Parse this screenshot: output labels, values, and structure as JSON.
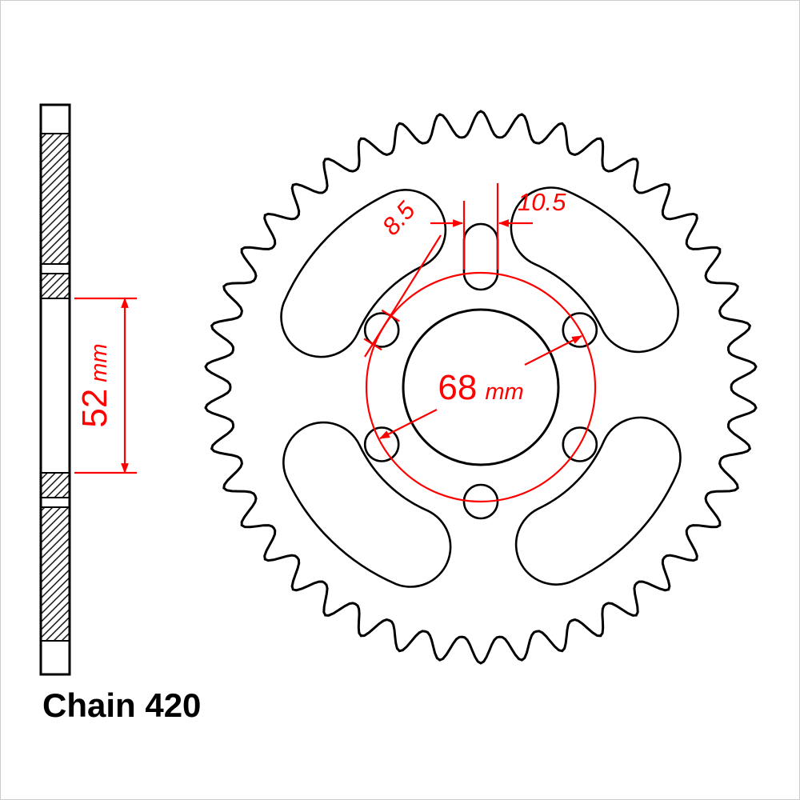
{
  "colors": {
    "background": "#ffffff",
    "line": "#000000",
    "dimension": "#ff0000",
    "border": "#cccccc"
  },
  "caption": {
    "text": "Chain 420"
  },
  "annotations": {
    "hole_diameter": {
      "value": "8.5"
    },
    "slot_width": {
      "value": "10.5"
    },
    "bolt_circle": {
      "value": "68",
      "unit": "mm"
    },
    "hub_length": {
      "value": "52",
      "unit": "mm"
    }
  }
}
